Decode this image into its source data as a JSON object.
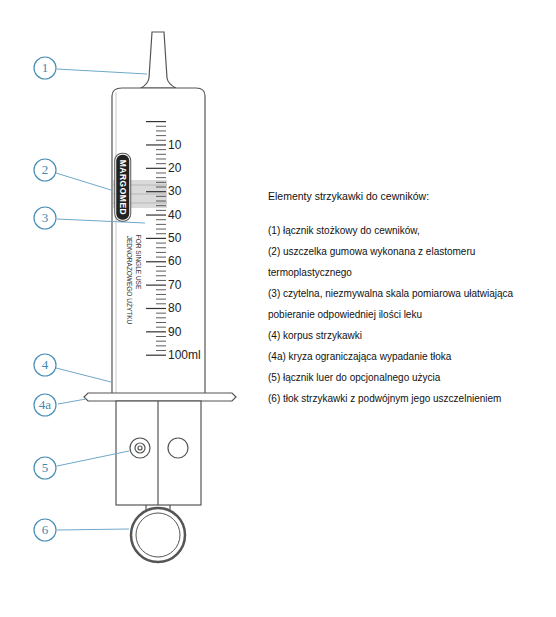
{
  "diagram": {
    "title": "Elementy strzykawki do cewników:",
    "nodes": [
      {
        "text": [
          "1"
        ]
      },
      {
        "text": [
          "2"
        ]
      },
      {
        "text": [
          "3"
        ]
      },
      {
        "text": [
          "4"
        ]
      },
      {
        "text": [
          "4a"
        ]
      },
      {
        "text": [
          "5"
        ]
      },
      {
        "text": [
          "6"
        ]
      }
    ],
    "labels": [
      "10",
      "20",
      "30",
      "40",
      "50",
      "60",
      "70",
      "80",
      "90",
      "100ml",
      "MARGOMED",
      "JEDNORAZOWEGO UŻYTKU",
      "FOR SINGLE USE",
      "(1) łącznik stożkowy do cewników,",
      "(2) uszczelka gumowa wykonana z elastomeru termoplastycznego",
      "(3) czytelna, niezmywalna skala pomiarowa ułatwiająca pobieranie odpowiedniej ilości leku",
      "(4) korpus strzykawki",
      "(4a) kryza ograniczająca wypadanie tłoka",
      "(5) łącznik luer do opcjonalnego użycia",
      "(6) tłok strzykawki z podwójnym jego uszczelnieniem"
    ]
  }
}
